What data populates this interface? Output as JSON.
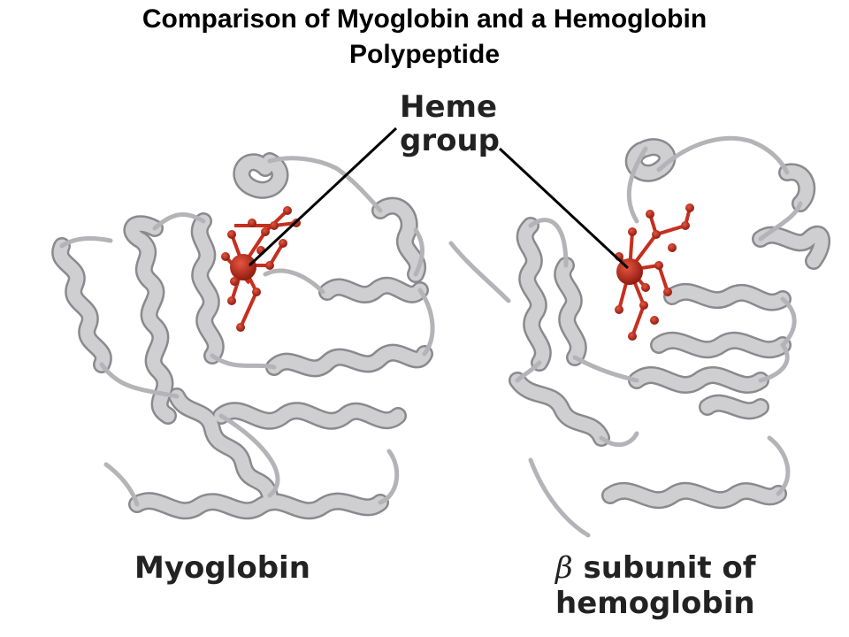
{
  "title_line1": "Comparison of Myoglobin and a Hemoglobin",
  "title_line2": "Polypeptide",
  "heme_label_line1": "Heme",
  "heme_label_line2": "group",
  "left_label": "Myoglobin",
  "right_label_beta": "β",
  "right_label_line1": "subunit of",
  "right_label_line2": "hemoglobin",
  "colors": {
    "ribbon": "#c9c9cb",
    "ribbon_edge": "#8a8a8e",
    "heme": "#c62f1e",
    "heme_dark": "#8e1c10",
    "pointer": "#000000"
  }
}
